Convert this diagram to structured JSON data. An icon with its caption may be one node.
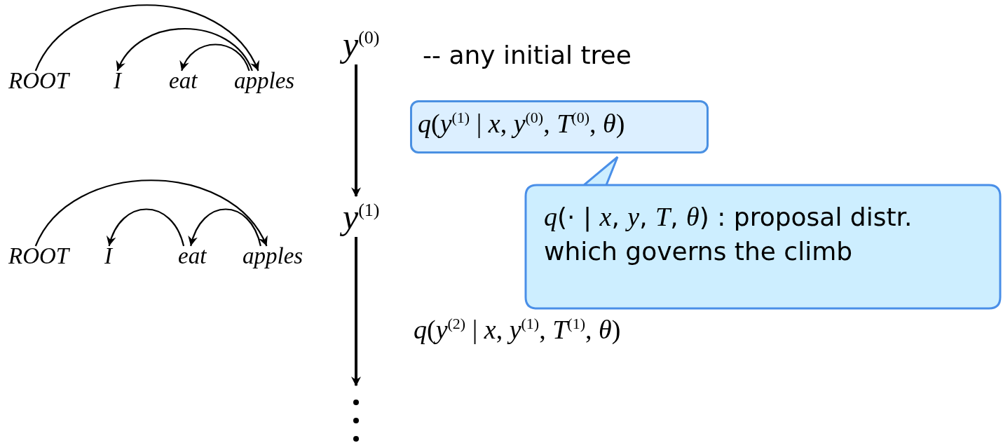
{
  "diagram": {
    "nodes": [
      {
        "text": [
          "ROOT"
        ]
      },
      {
        "text": [
          "I"
        ]
      },
      {
        "text": [
          "eat"
        ]
      },
      {
        "text": [
          "apples"
        ]
      },
      {
        "text": [
          "ROOT"
        ]
      },
      {
        "text": [
          "I"
        ]
      },
      {
        "text": [
          "eat"
        ]
      },
      {
        "text": [
          "apples"
        ]
      },
      {
        "text": [
          "*y*$^{(0)}$"
        ],
        "beside": [
          "-- any initial tree"
        ]
      },
      {
        "text": [
          "*y*$^{(1)}$"
        ]
      },
      {
        "text": [
          "*q*(*y*$^{(1)}$ | *x*, *y*$^{(0)}$, *T*$^{(0)}$, *θ*)"
        ]
      },
      {
        "text": [
          "*q*(· | *x*, *y*, *T*, *θ*) : proposal distr. which governs the climb"
        ]
      }
    ],
    "edges": [
      {
        "from": 0,
        "to": 3,
        "arrow": "to"
      },
      {
        "from": 3,
        "to": 1,
        "arrow": "to"
      },
      {
        "from": 3,
        "to": 2,
        "arrow": "to"
      },
      {
        "from": 4,
        "to": 7,
        "arrow": "to"
      },
      {
        "from": 6,
        "to": 5,
        "arrow": "to"
      },
      {
        "from": 7,
        "to": 6,
        "arrow": "to"
      },
      {
        "from": 8,
        "to": 9,
        "arrow": "to"
      },
      {
        "from": 9,
        "to": null,
        "arrow": "to"
      }
    ],
    "labels": [
      "*q*(*y*$^{(2)}$ | *x*, *y*$^{(1)}$, *T*$^{(1)}$, *θ*)"
    ]
  }
}
